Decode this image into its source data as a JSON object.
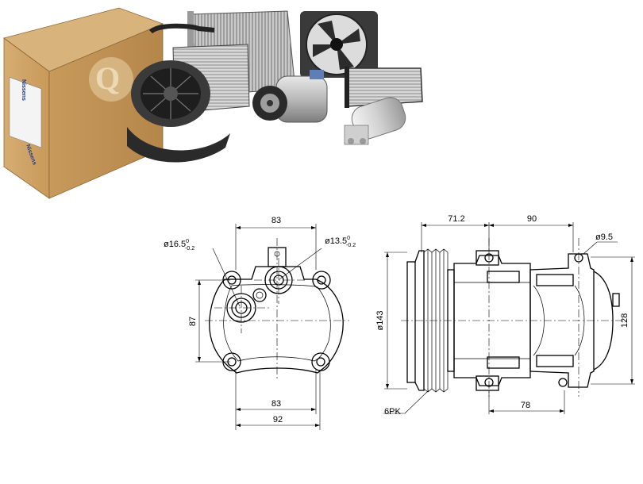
{
  "photo": {
    "brand_upper": "Nissens",
    "brand_lower": "Nissens"
  },
  "dims": {
    "front": {
      "width_top": "83",
      "height": "87",
      "dia_suction": "ø16.5",
      "dia_discharge": "ø13.5",
      "tol_upper": "0",
      "tol_lower": "-0.2",
      "width_bottom": "83",
      "overall_width": "92"
    },
    "side": {
      "offset_pulley": "71.2",
      "mount_spacing": "90",
      "hole_dia": "ø9.5",
      "pulley_dia": "ø143",
      "height": "128",
      "lower_spacing": "78",
      "belt_type": "6PK"
    }
  },
  "colors": {
    "line": "#000000",
    "background": "#ffffff",
    "box": "#c79a5c",
    "brand": "#1a3a8a"
  }
}
